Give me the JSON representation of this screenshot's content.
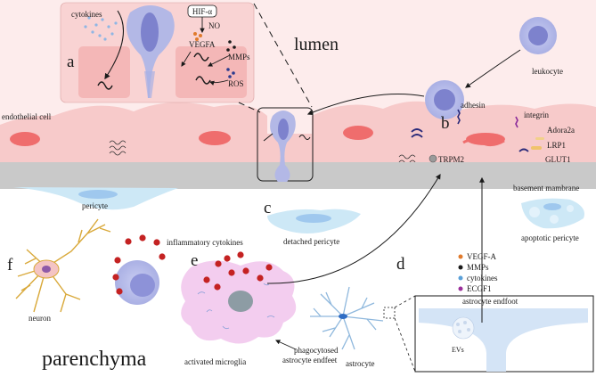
{
  "regions": {
    "lumen": "lumen",
    "parenchyma": "parenchyma",
    "basement_membrane": "basement mambrane",
    "endothelial_cell": "endothelial cell"
  },
  "panels": {
    "a": "a",
    "b": "b",
    "c": "c",
    "d": "d",
    "e": "e",
    "f": "f"
  },
  "inset_a": {
    "cytokines": "cytokines",
    "hif": "HIF-α",
    "no": "NO",
    "vegfa": "VEGFA",
    "mmps": "MMPs",
    "ros": "ROS"
  },
  "labels": {
    "leukocyte": "leukocyte",
    "adhesin": "adhesin",
    "integrin": "integrin",
    "adora2a": "Adora2a",
    "lrp1": "LRP1",
    "glut1": "GLUT1",
    "trpm2": "TRPM2",
    "pericyte": "pericyte",
    "detached_pericyte": "detached pericyte",
    "apoptotic_pericyte": "apoptotic pericyte",
    "inflammatory_cytokines": "inflammatory cytokines",
    "neuron": "neuron",
    "activated_microglia": "activated microglia",
    "phagocytosed_line1": "phagocytosed",
    "phagocytosed_line2": "astrocyte endfeet",
    "astrocyte": "astrocyte",
    "astrocyte_endfoot": "astrocyte endfoot",
    "evs": "EVs"
  },
  "legend": [
    {
      "label": "VEGF-A",
      "color": "#e07a2c"
    },
    {
      "label": "MMPs",
      "color": "#1a1a1a"
    },
    {
      "label": "cytokines",
      "color": "#5aa0d8"
    },
    {
      "label": "ECGF1",
      "color": "#9b2f9b"
    }
  ],
  "colors": {
    "lumen_bg": "#fde9e9",
    "endothelium": "#f7c9c9",
    "nucleus": "#ef6a6a",
    "basement": "#c9c9c9",
    "cell": "#b9bde8",
    "cell_nucleus": "#7e83cf",
    "pericyte": "#cde8f6",
    "cytokine_red": "#d42a2a",
    "microglia": "#f0c9ec"
  }
}
